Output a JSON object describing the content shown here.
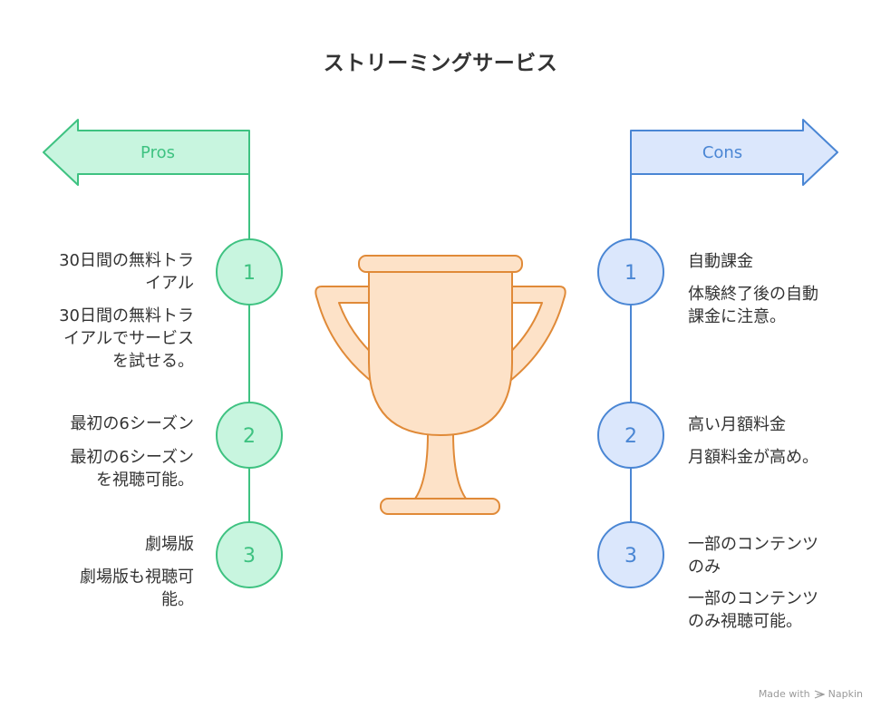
{
  "title": "ストリーミングサービス",
  "pros": {
    "label": "Pros",
    "color": "#3ec281",
    "fill": "#c8f5df",
    "items": [
      {
        "number": "1",
        "title": "30日間の無料トラ\nイアル",
        "description": "30日間の無料トラ\nイアルでサービス\nを試せる。"
      },
      {
        "number": "2",
        "title": "最初の6シーズン",
        "description": "最初の6シーズン\nを視聴可能。"
      },
      {
        "number": "3",
        "title": "劇場版",
        "description": "劇場版も視聴可\n能。"
      }
    ]
  },
  "cons": {
    "label": "Cons",
    "color": "#4a86d4",
    "fill": "#dbe7fc",
    "items": [
      {
        "number": "1",
        "title": "自動課金",
        "description": "体験終了後の自動\n課金に注意。"
      },
      {
        "number": "2",
        "title": "高い月額料金",
        "description": "月額料金が高め。"
      },
      {
        "number": "3",
        "title": "一部のコンテンツ\nのみ",
        "description": "一部のコンテンツ\nのみ視聴可能。"
      }
    ]
  },
  "trophy": {
    "icon": "trophy-icon",
    "fill": "#fde2c8",
    "stroke": "#e08a38"
  },
  "footer": {
    "made_with": "Made with",
    "brand": "Napkin"
  }
}
